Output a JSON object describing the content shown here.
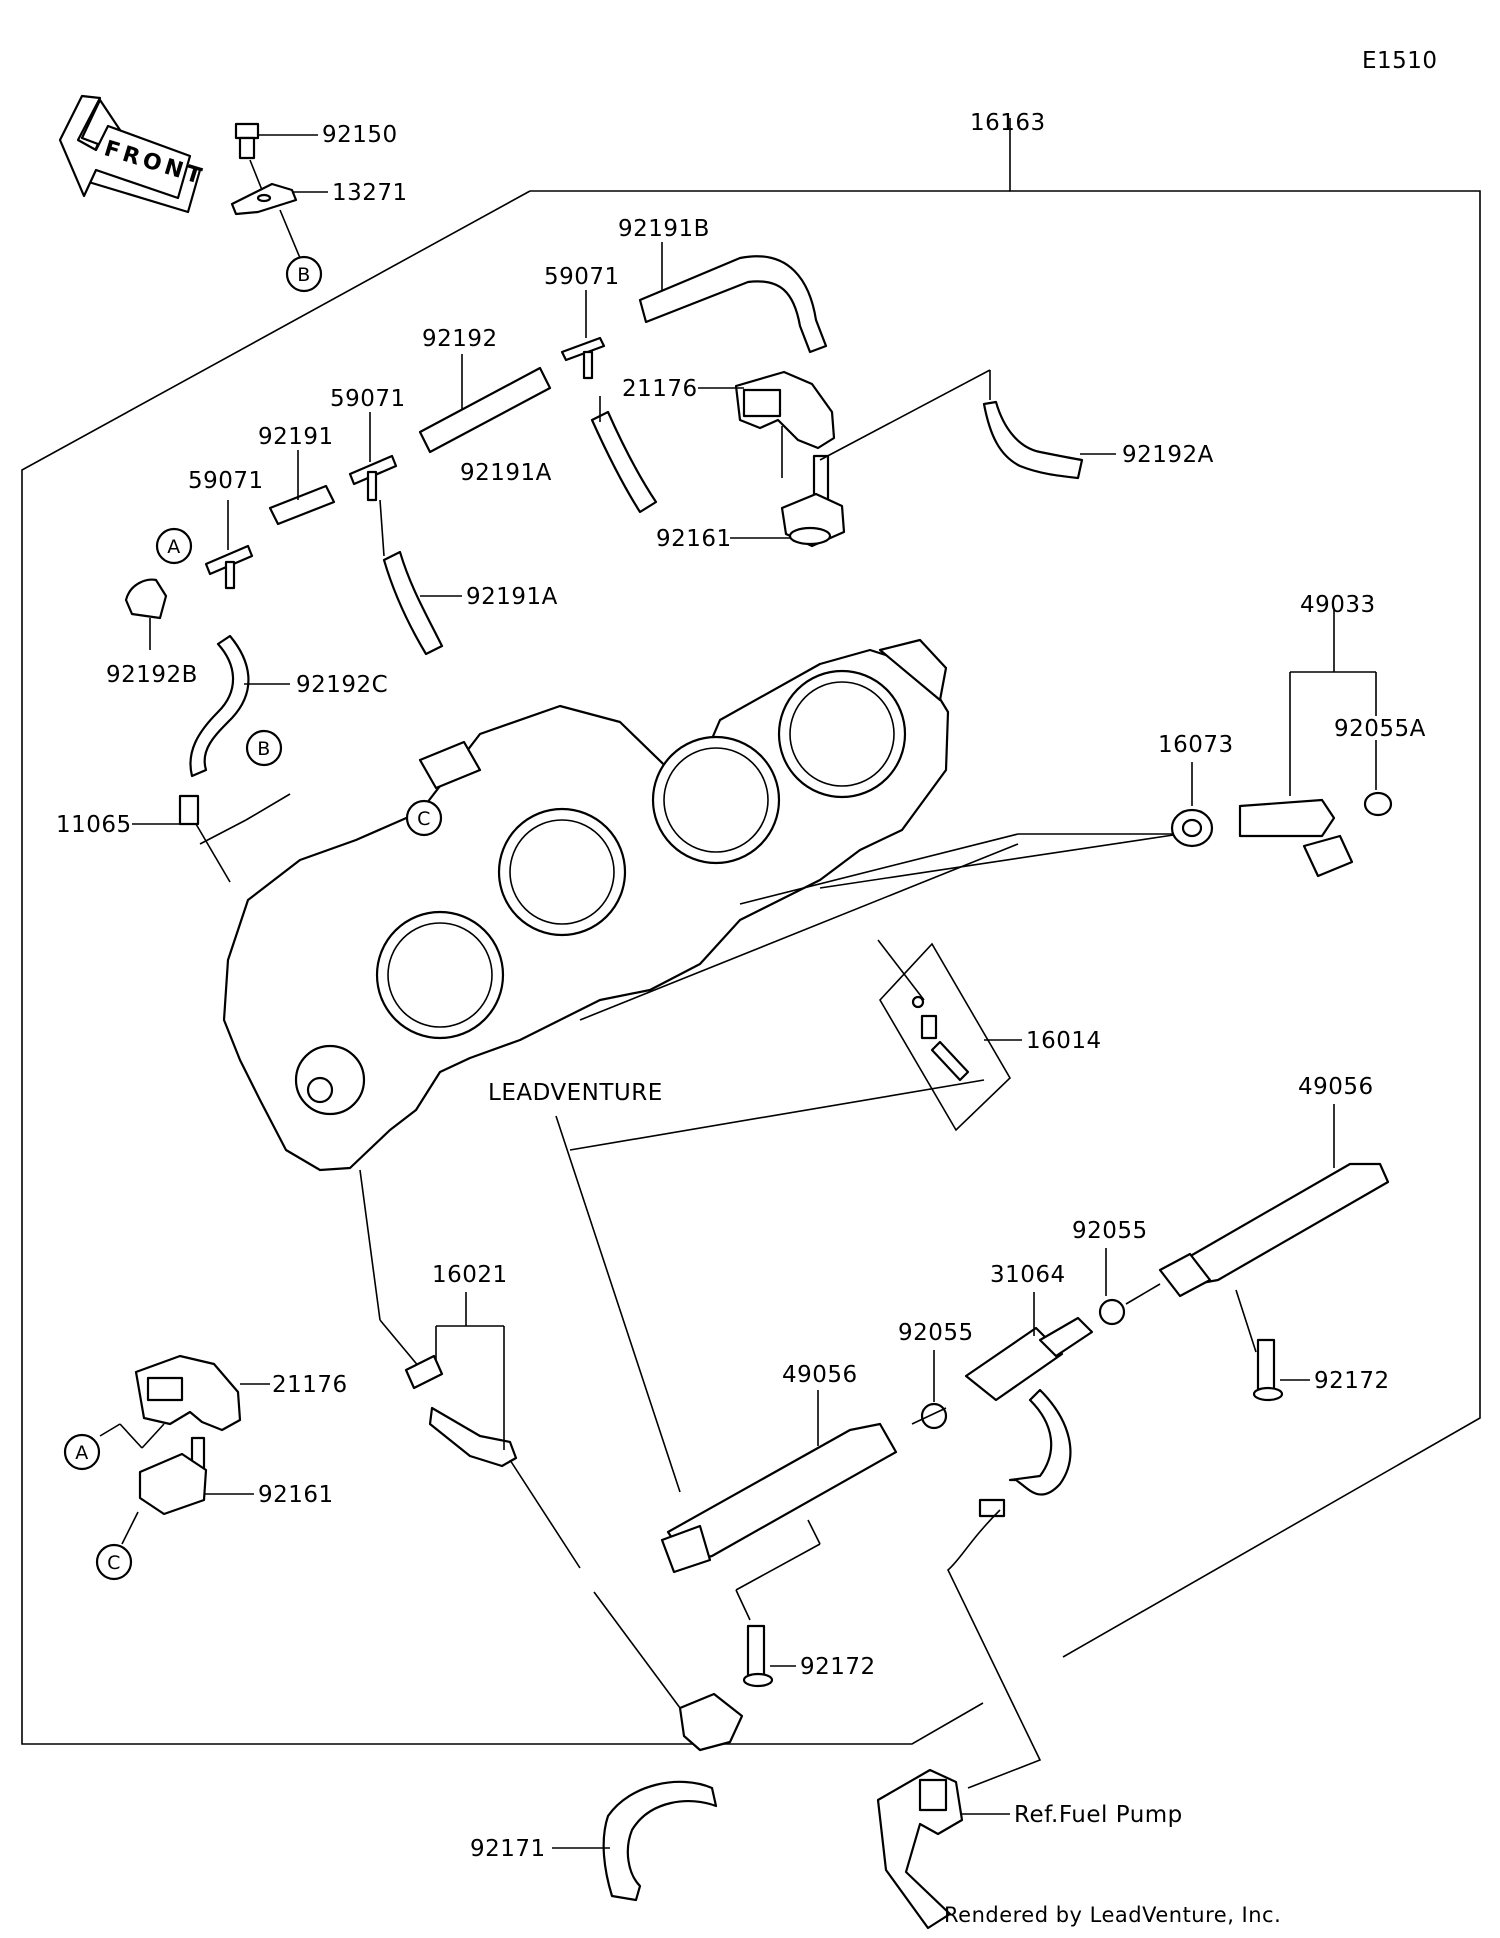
{
  "diagram_code": "E1510",
  "front_marker": "FRONT",
  "credit": "Rendered by LeadVenture, Inc.",
  "watermark": "LEADVENTURE",
  "callouts": {
    "a1": "A",
    "a2": "A",
    "b1": "B",
    "b2": "B",
    "c1": "C",
    "c2": "C"
  },
  "parts": {
    "p16163": "16163",
    "p92150": "92150",
    "p13271": "13271",
    "p92191B": "92191B",
    "p59071_top": "59071",
    "p92192": "92192",
    "p21176_top": "21176",
    "p59071_mid": "59071",
    "p92192A": "92192A",
    "p92191": "92191",
    "p92191A_top": "92191A",
    "p59071_left": "59071",
    "p92161_top": "92161",
    "p92191A_mid": "92191A",
    "p49033": "49033",
    "p92192B": "92192B",
    "p92192C": "92192C",
    "p16073": "16073",
    "p92055A": "92055A",
    "p11065": "11065",
    "p16014": "16014",
    "p49056_right": "49056",
    "p92055_right": "92055",
    "p16021": "16021",
    "p31064": "31064",
    "p92055_left": "92055",
    "p21176_bottom": "21176",
    "p49056_left": "49056",
    "p92172_right": "92172",
    "p92161_bottom": "92161",
    "p92172_left": "92172",
    "p_fuel_pump": "Ref.Fuel Pump",
    "p92171": "92171"
  }
}
